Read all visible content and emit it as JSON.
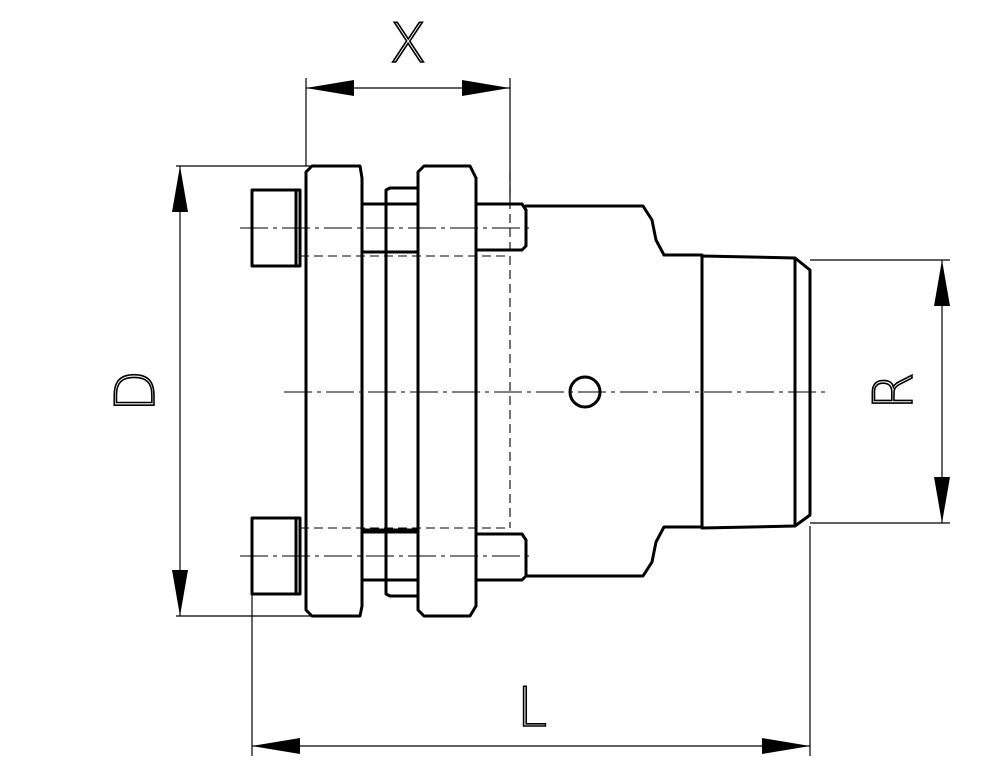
{
  "drawing": {
    "dimensions": {
      "x_label": "X",
      "d_label": "D",
      "r_label": "R",
      "l_label": "L"
    }
  }
}
